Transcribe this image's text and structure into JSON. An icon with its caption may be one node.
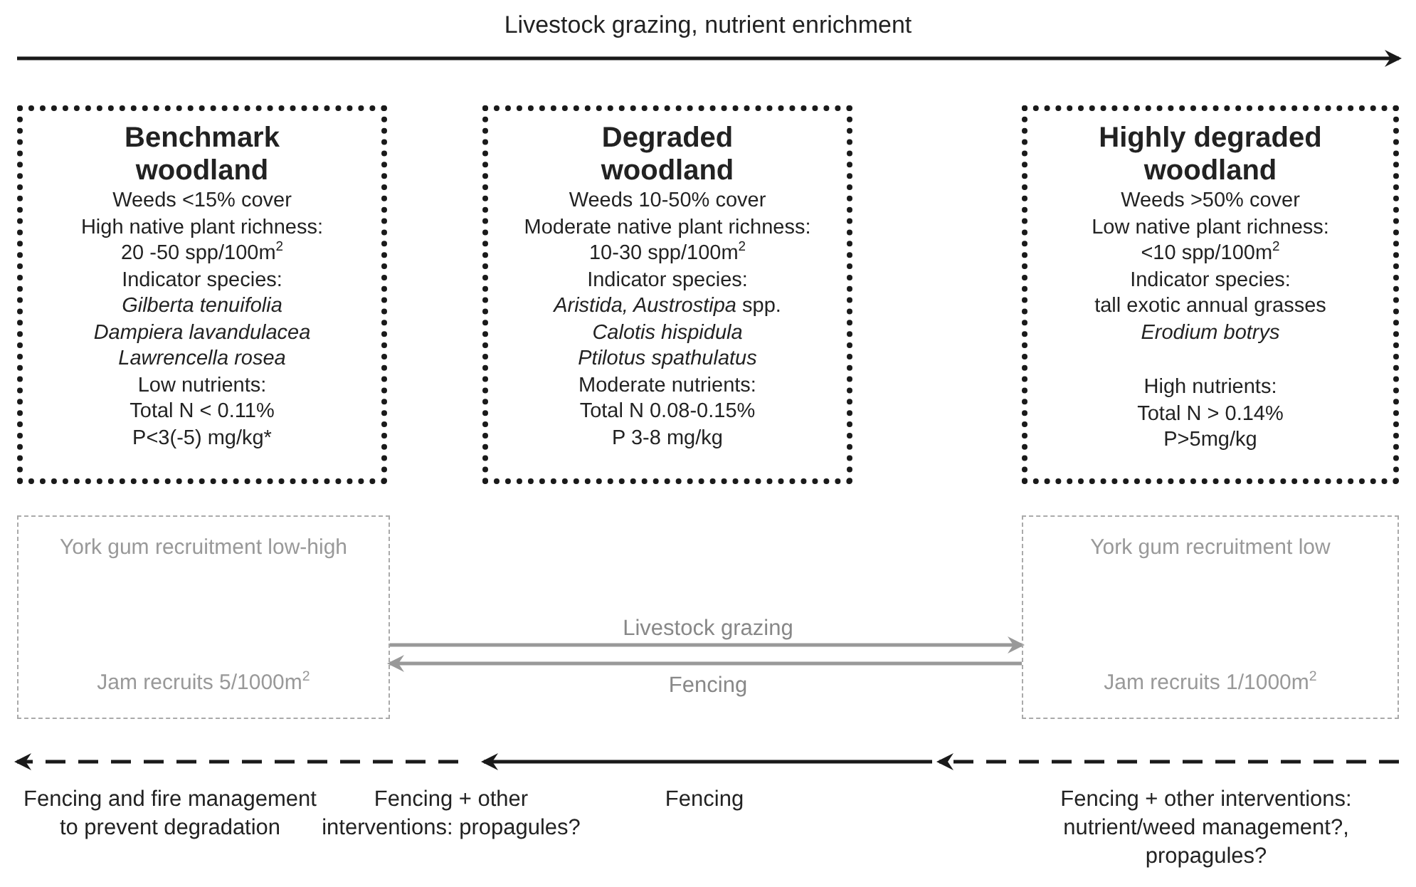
{
  "diagram": {
    "nodes": [
      {
        "text": [
          "Benchmark woodland",
          "Weeds <15% cover",
          "High native plant richness:",
          "20 -50 spp/100m$^{2}$",
          "Indicator species:",
          "Gilberta tenuifolia",
          "Dampiera lavandulacea",
          "Lawrencella rosea",
          "Low nutrients:",
          "Total N < 0.11%",
          "P<3(-5) mg/kg*"
        ]
      },
      {
        "text": [
          "Degraded woodland",
          "Weeds 10-50% cover",
          "Moderate native plant richness:",
          "10-30 spp/100m$^{2}$",
          "Indicator species:",
          "*Aristida, Austrostipa* spp.",
          "Calotis hispidula",
          "Ptilotus spathulatus",
          "Moderate nutrients:",
          "Total N 0.08-0.15%",
          "P 3-8 mg/kg"
        ]
      },
      {
        "text": [
          "Highly degraded woodland",
          "Weeds >50% cover",
          "Low native plant richness:",
          "<10 spp/100m$^{2}$",
          "Indicator species:",
          "tall exotic annual grasses",
          "Erodium botrys",
          "High nutrients:",
          "Total N > 0.14%",
          "P>5mg/kg"
        ]
      },
      {
        "text": [
          "York gum recruitment low-high",
          "Jam recruits 5/1000m$^{2}$"
        ]
      },
      {
        "text": [
          "York gum recruitment low",
          "Jam recruits 1/1000m$^{2}$"
        ]
      }
    ],
    "edges": [
      {
        "from": 3,
        "to": 4,
        "arrow": "to",
        "label": "Livestock grazing"
      },
      {
        "from": 4,
        "to": 3,
        "arrow": "to",
        "label": "Fencing"
      }
    ],
    "labels": [
      "Livestock grazing, nutrient enrichment",
      "Fencing and fire management to prevent degradation",
      "Fencing + other interventions: propagules?",
      "Fencing",
      "Fencing + other interventions: nutrient/weed management?, propagules?"
    ]
  }
}
